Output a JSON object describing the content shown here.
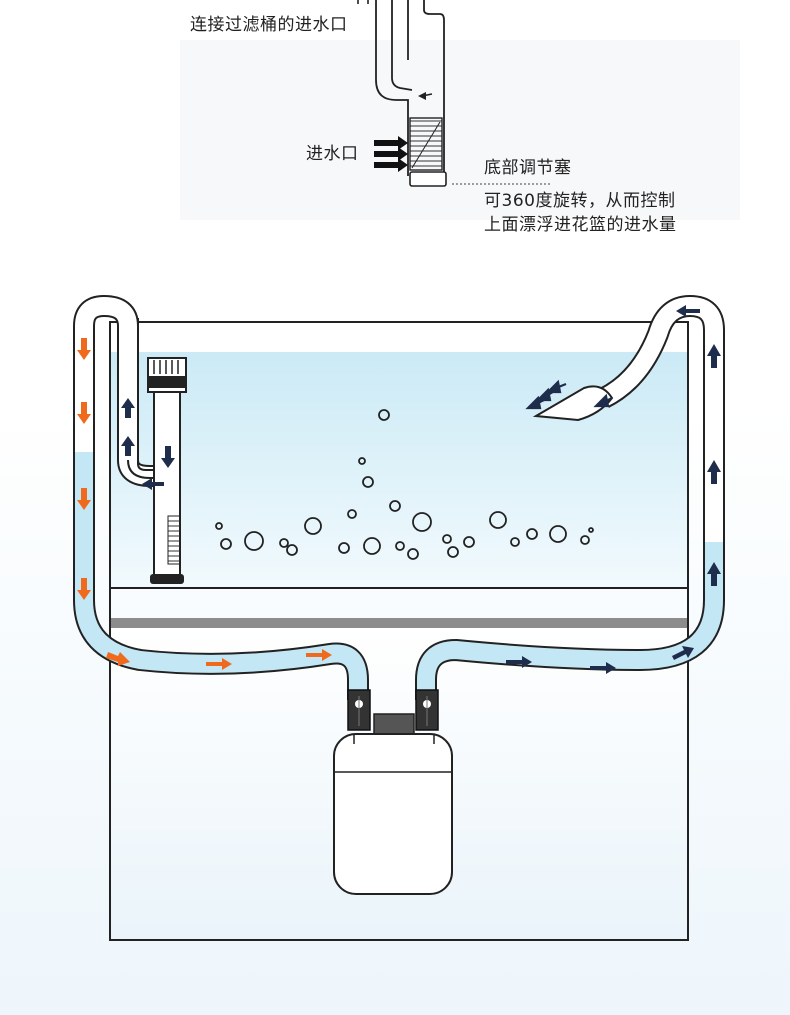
{
  "callout": {
    "connect_filter_inlet": "连接过滤桶的进水口",
    "water_inlet": "进水口",
    "bottom_plug_title": "底部调节塞",
    "bottom_plug_desc_line1": "可360度旋转，从而控制",
    "bottom_plug_desc_line2": "上面漂浮进花篮的进水量"
  },
  "colors": {
    "outline": "#1a1a1a",
    "water": "#d3eef8",
    "hose_fill": "#bfe6f4",
    "flow_in_arrow": "#f06a1d",
    "flow_out_arrow": "#1f2d4d",
    "stand_stripe": "#8c8c8c"
  },
  "icons": {
    "inflow_arrow": "orange-arrow",
    "outflow_arrow": "navy-arrow",
    "valve": "valve-icon",
    "filter_canister": "canister-icon",
    "skimmer": "skimmer-icon",
    "spray_nozzle": "spray-nozzle-icon",
    "bubbles": "bubble-icon"
  }
}
